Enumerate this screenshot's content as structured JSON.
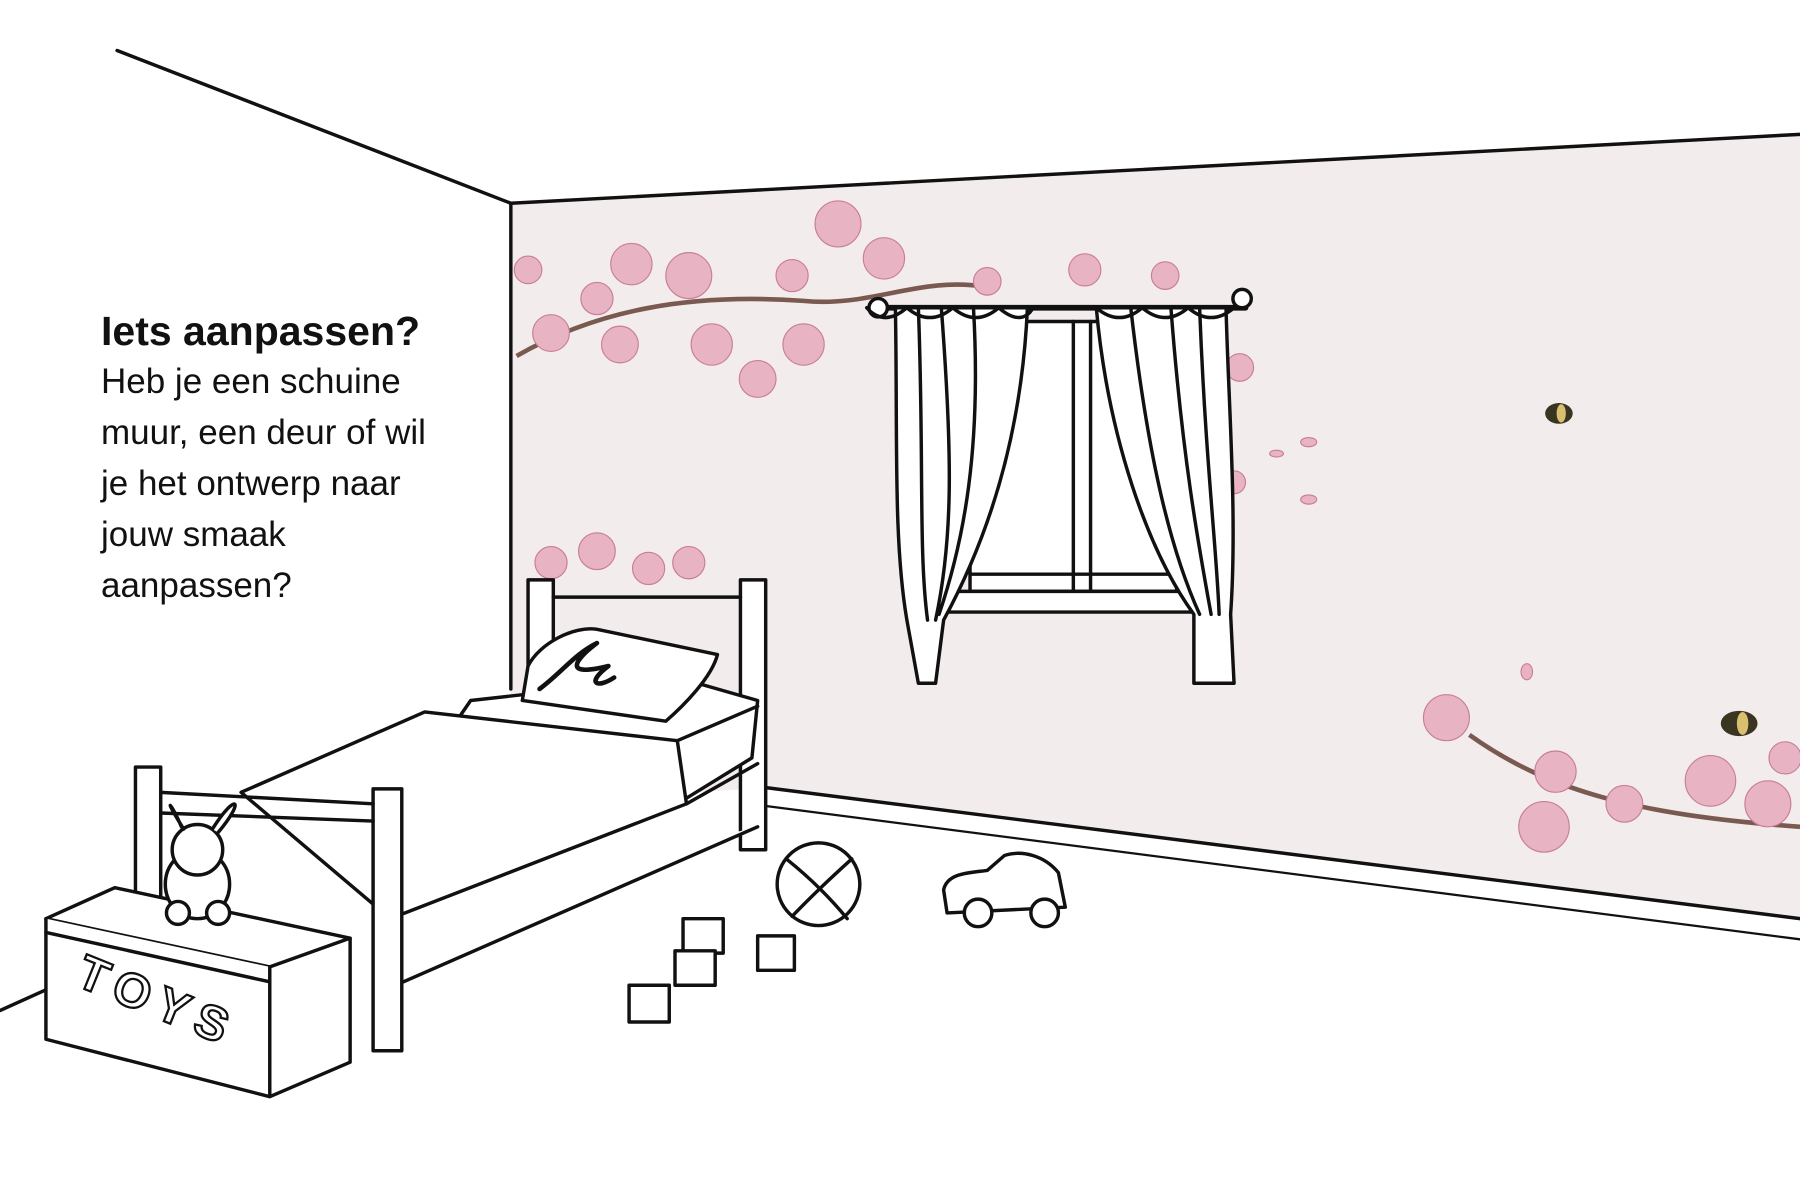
{
  "heading": "Iets aanpassen?",
  "body_lines": [
    "Heb je een schuine",
    "muur, een deur of wil",
    "je het ontwerp naar",
    "jouw smaak",
    "aanpassen?"
  ],
  "toy_box_label": "TOYS",
  "colors": {
    "wall": "#f3ecec",
    "blossom": "#e8b4c4",
    "blossom_dark": "#c97d97",
    "line": "#111111",
    "branch": "#7a5a50"
  }
}
